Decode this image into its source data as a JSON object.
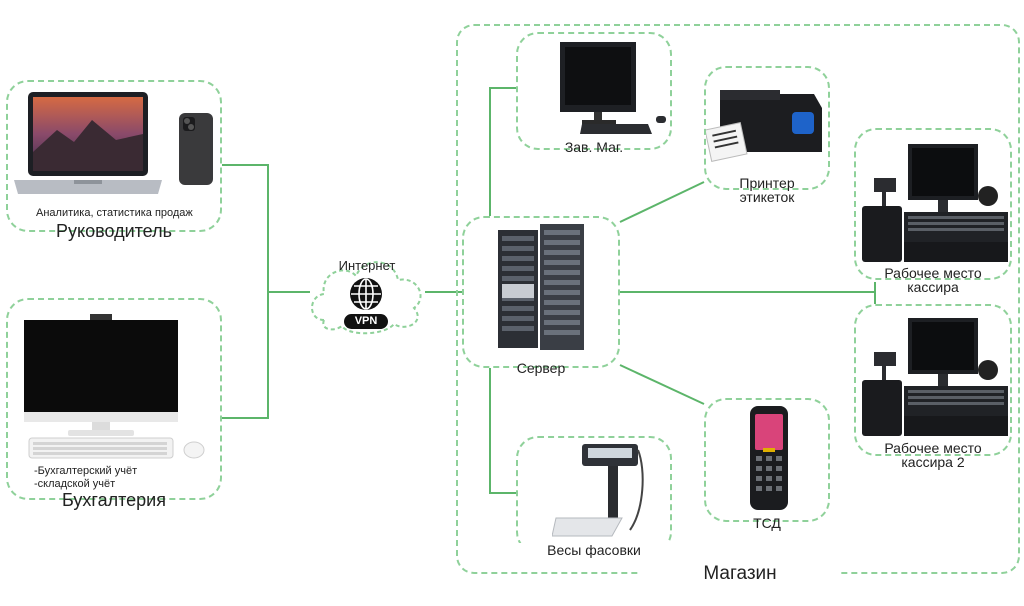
{
  "colors": {
    "dashed_border": "#8fd19a",
    "connector": "#5cb56a",
    "device_dark": "#2a2d33"
  },
  "manager": {
    "caption": "Аналитика, статистика продаж",
    "title": "Руководитель"
  },
  "accounting": {
    "caption_1": "-Бухгалтерский учёт",
    "caption_2": "-складской учёт",
    "title": "Бухгалтерия"
  },
  "internet": {
    "label": "Интернет",
    "vpn": "VPN"
  },
  "store": {
    "title": "Магазин",
    "server": "Сервер",
    "manager_pc": "Зав. Маг.",
    "printer_1": "Принтер",
    "printer_2": "этикеток",
    "cashier1_1": "Рабочее место",
    "cashier1_2": "кассира",
    "cashier2_1": "Рабочее место",
    "cashier2_2": "кассира 2",
    "tsd": "ТСД",
    "scales": "Весы фасовки"
  },
  "icons": [
    "laptop-icon",
    "smartphone-icon",
    "monitor-icon",
    "keyboard-icon",
    "mouse-icon",
    "cloud-icon",
    "globe-icon",
    "server-rack-icon",
    "label-printer-icon",
    "pos-terminal-icon",
    "barcode-scanner-icon",
    "handheld-terminal-icon",
    "scales-icon"
  ]
}
